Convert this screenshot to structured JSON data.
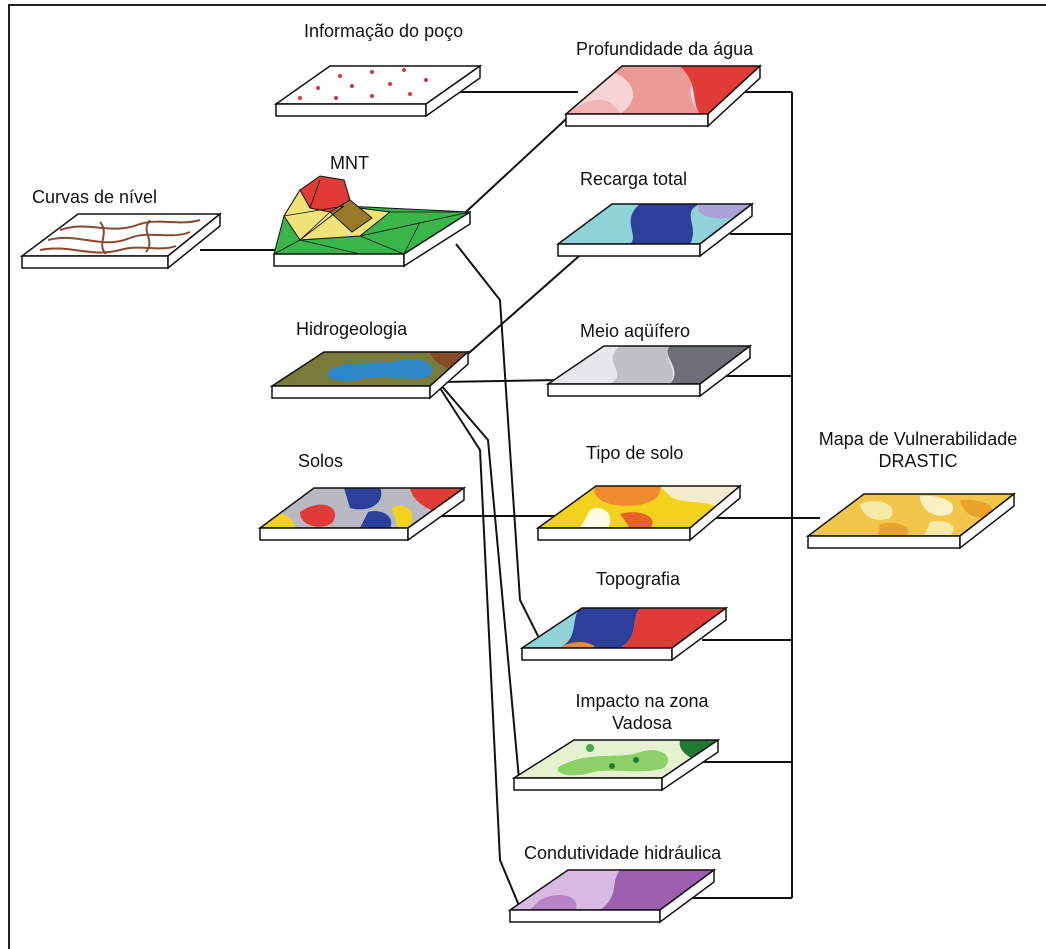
{
  "labels": {
    "informacao_poco": "Informação do poço",
    "profundidade_agua": "Profundidade da água",
    "mnt": "MNT",
    "curvas_nivel": "Curvas de nível",
    "recarga_total": "Recarga total",
    "hidrogeologia": "Hidrogeologia",
    "meio_aquifero": "Meio aqüífero",
    "solos": "Solos",
    "tipo_solo": "Tipo de solo",
    "mapa_line1": "Mapa de Vulnerabilidade",
    "mapa_line2": "DRASTIC",
    "topografia": "Topografia",
    "impacto_line1": "Impacto na zona",
    "impacto_line2": "Vadosa",
    "condutividade": "Condutividade hidráulica"
  },
  "colors": {
    "line": "#111111",
    "slab_side": "#ffffff",
    "well_dots": "#d9333b",
    "contours": "#8b4a2b",
    "red": "#e03b36",
    "dark_blue": "#2b3f9b",
    "cyan": "#8fd3d9",
    "olive": "#7a7a3a",
    "brown": "#8a4a28",
    "blue": "#2e86c8",
    "grey_dark": "#6d6f78",
    "grey_light": "#bfc1c7",
    "yellow": "#f2d21b",
    "orange": "#f08a2e",
    "green_dark": "#1f7a33",
    "green_light": "#8ecf6a",
    "pale_green": "#e6f2cf",
    "purple": "#9d5fb0",
    "purple_light": "#d8b9e2",
    "mnt_green": "#39b54a",
    "mnt_yellow": "#f1e27a"
  }
}
